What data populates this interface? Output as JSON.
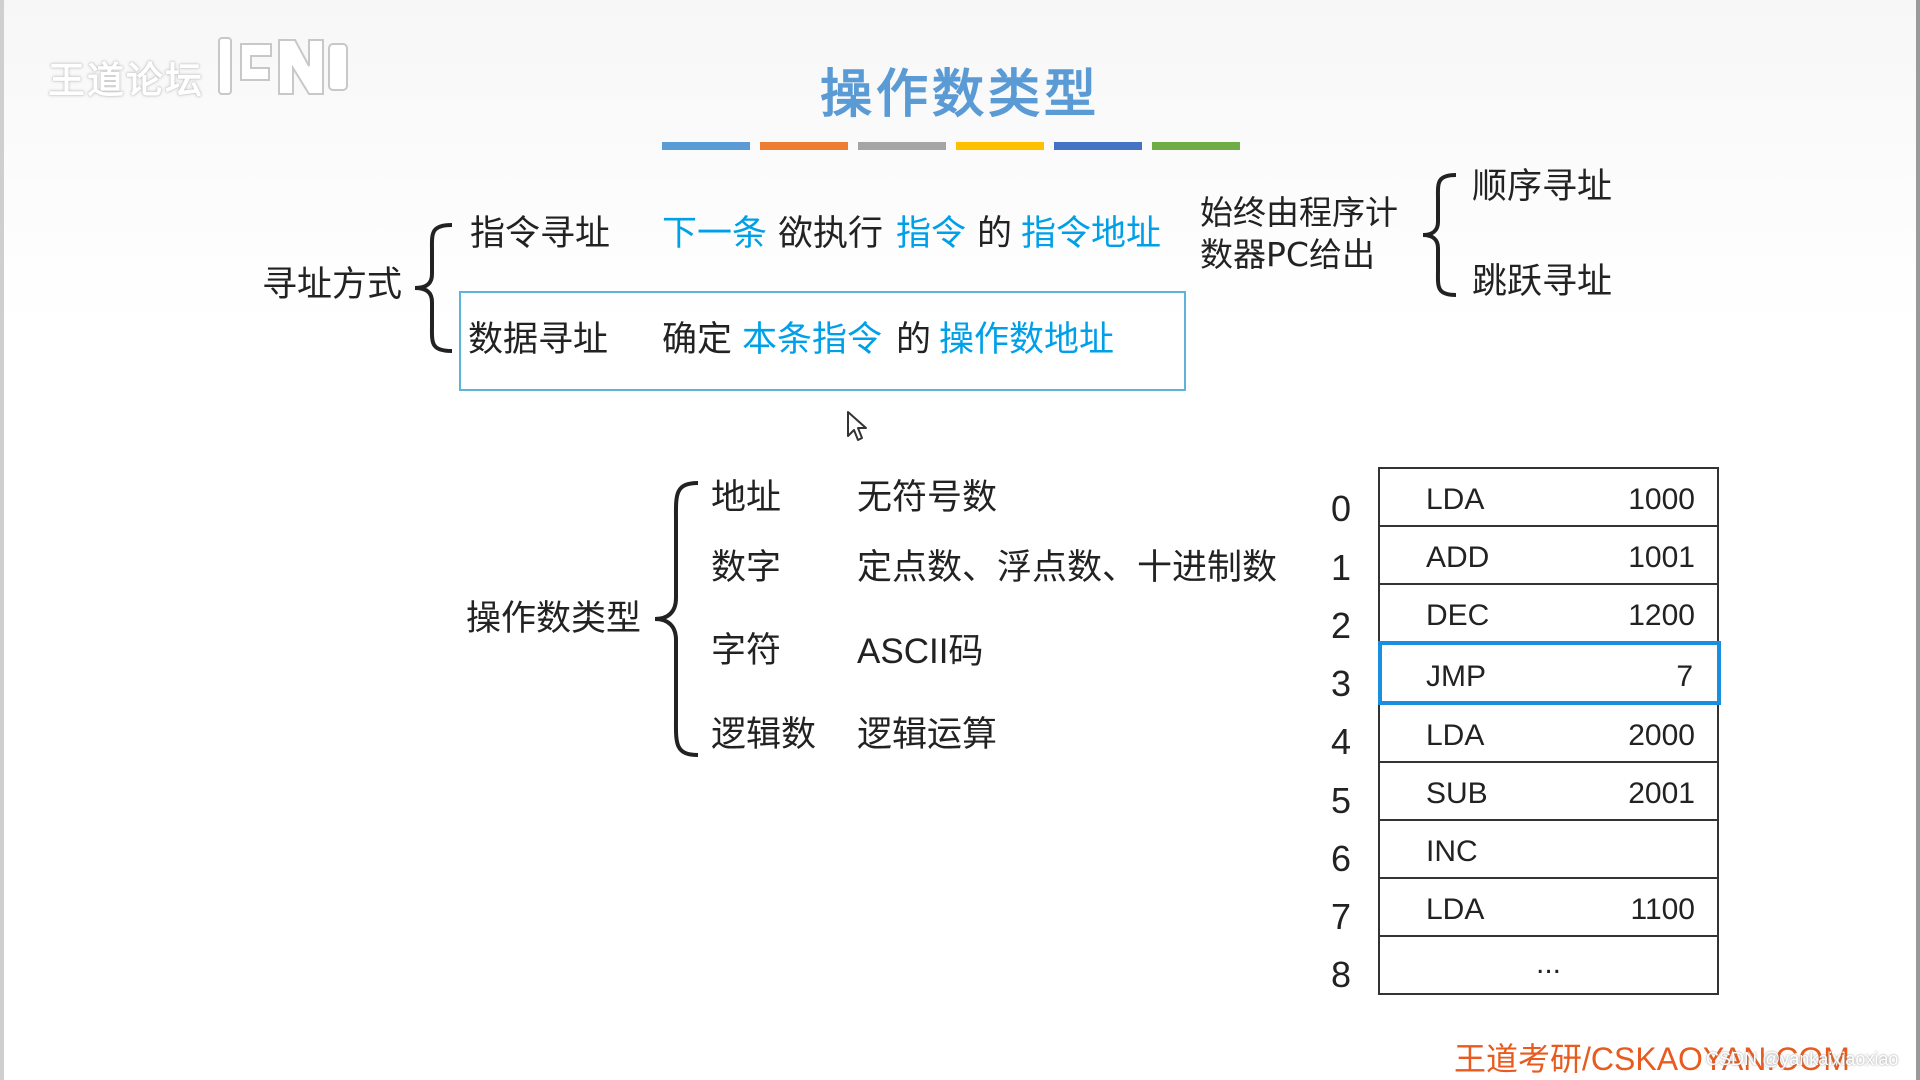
{
  "watermark": {
    "text": "王道论坛"
  },
  "title": "操作数类型",
  "color_strip": [
    "#5b9bd5",
    "#ed7d31",
    "#a5a5a5",
    "#ffc000",
    "#4472c4",
    "#70ad47"
  ],
  "addressing": {
    "root": "寻址方式",
    "instruction_row": {
      "label": "指令寻址",
      "part1": "下一条",
      "part2": "欲执行",
      "part3": "指令",
      "part4": "的",
      "part5": "指令地址"
    },
    "data_row": {
      "label": "数据寻址",
      "part1": "确定",
      "part2": "本条指令",
      "part3": "的",
      "part4": "操作数地址"
    },
    "pc_note_line1": "始终由程序计",
    "pc_note_line2": "数器PC给出",
    "branches": [
      "顺序寻址",
      "跳跃寻址"
    ]
  },
  "operand_types": {
    "root": "操作数类型",
    "items": [
      {
        "name": "地址",
        "desc": "无符号数"
      },
      {
        "name": "数字",
        "desc": "定点数、浮点数、十进制数"
      },
      {
        "name": "字符",
        "desc": "ASCII码"
      },
      {
        "name": "逻辑数",
        "desc": "逻辑运算"
      }
    ]
  },
  "memory": {
    "indices": [
      "0",
      "1",
      "2",
      "3",
      "4",
      "5",
      "6",
      "7",
      "8"
    ],
    "rows": [
      {
        "op": "LDA",
        "addr": "1000"
      },
      {
        "op": "ADD",
        "addr": "1001"
      },
      {
        "op": "DEC",
        "addr": "1200"
      },
      {
        "op": "JMP",
        "addr": "7"
      },
      {
        "op": "LDA",
        "addr": "2000"
      },
      {
        "op": "SUB",
        "addr": "2001"
      },
      {
        "op": "INC",
        "addr": ""
      },
      {
        "op": "LDA",
        "addr": "1100"
      }
    ],
    "ellipsis": "...",
    "highlight_index": 3
  },
  "footer": {
    "brand": "王道考研/CSKAOYAN.COM",
    "credit": "CSDN @yankaixiaoxiao"
  }
}
